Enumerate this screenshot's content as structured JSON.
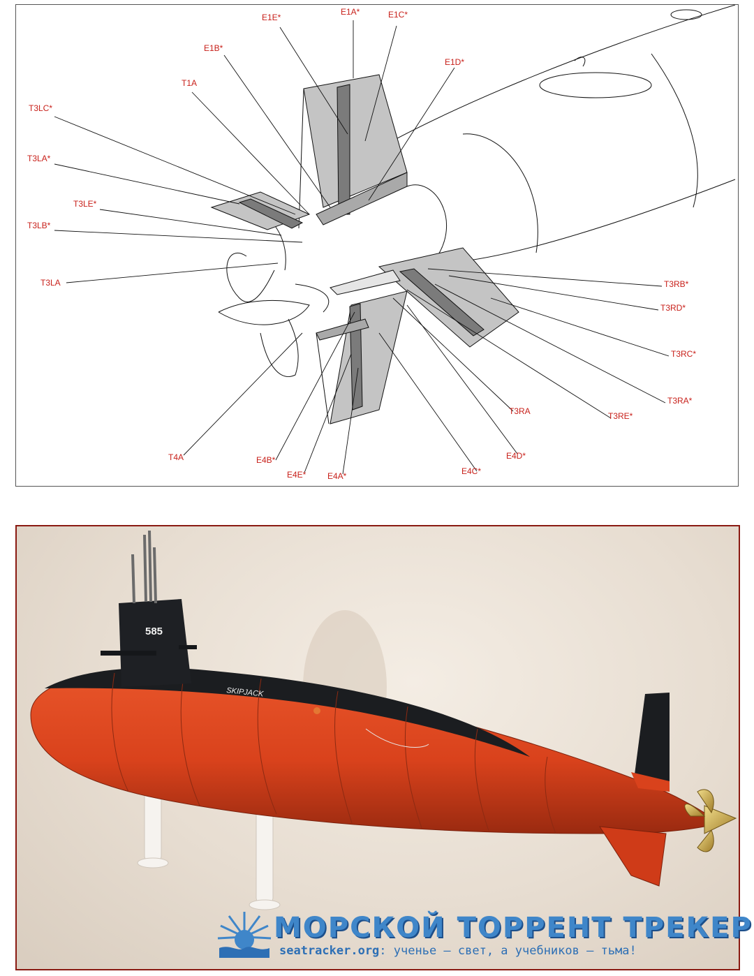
{
  "diagram": {
    "labels": [
      {
        "id": "e1e",
        "text": "E1E*"
      },
      {
        "id": "e1a",
        "text": "E1A*"
      },
      {
        "id": "e1c",
        "text": "E1C*"
      },
      {
        "id": "e1b",
        "text": "E1B*"
      },
      {
        "id": "e1d",
        "text": "E1D*"
      },
      {
        "id": "t1a",
        "text": "T1A"
      },
      {
        "id": "t3lc",
        "text": "T3LC*"
      },
      {
        "id": "t3la_s",
        "text": "T3LA*"
      },
      {
        "id": "t3le",
        "text": "T3LE*"
      },
      {
        "id": "t3lb",
        "text": "T3LB*"
      },
      {
        "id": "t3la",
        "text": "T3LA"
      },
      {
        "id": "t3rb",
        "text": "T3RB*"
      },
      {
        "id": "t3rd",
        "text": "T3RD*"
      },
      {
        "id": "t3rc",
        "text": "T3RC*"
      },
      {
        "id": "t3ra_s",
        "text": "T3RA*"
      },
      {
        "id": "t3re",
        "text": "T3RE*"
      },
      {
        "id": "t3ra",
        "text": "T3RA"
      },
      {
        "id": "t4a",
        "text": "T4A"
      },
      {
        "id": "e4b",
        "text": "E4B*"
      },
      {
        "id": "e4e",
        "text": "E4E*"
      },
      {
        "id": "e4a",
        "text": "E4A*"
      },
      {
        "id": "e4c",
        "text": "E4C*"
      },
      {
        "id": "e4d",
        "text": "E4D*"
      }
    ]
  },
  "photo": {
    "hull_number": "585",
    "ship_name": "SKIPJACK"
  },
  "watermark": {
    "title": "МОРСКОЙ ТОРРЕНТ ТРЕКЕР",
    "site": "seatracker.org",
    "motto": ": ученье — свет, а учебников — тьма!"
  },
  "colors": {
    "label_red": "#c8201a",
    "hull_red": "#d9421c",
    "hull_black": "#1b1d20",
    "fin_gray": "#b9b9b9",
    "brass": "#c9a84a",
    "watermark_blue": "#3f86c9"
  }
}
